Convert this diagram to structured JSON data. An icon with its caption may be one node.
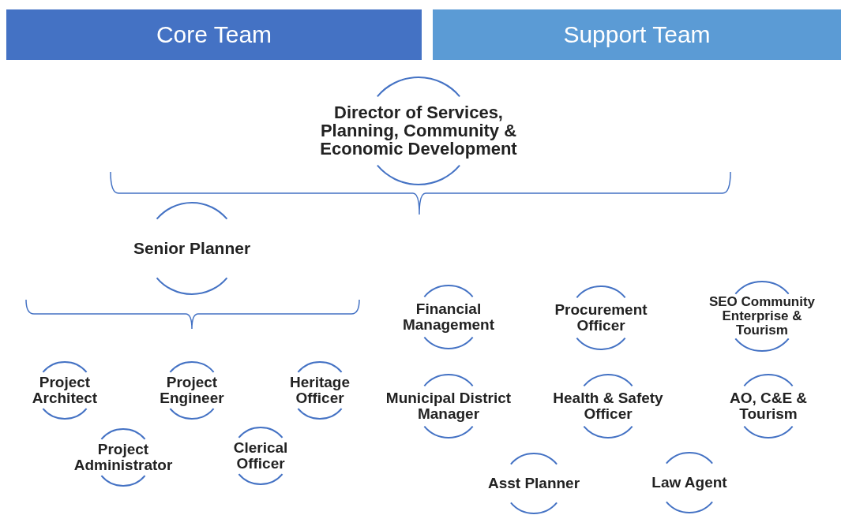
{
  "diagram": {
    "nodes": [
      {
        "text": [
          "Core Team"
        ]
      },
      {
        "text": [
          "Support Team"
        ]
      },
      {
        "text": [
          "Director of Services, Planning, Community & Economic Development"
        ]
      },
      {
        "text": [
          "Senior Planner"
        ]
      },
      {
        "text": [
          "Financial Management"
        ]
      },
      {
        "text": [
          "Procurement Officer"
        ]
      },
      {
        "text": [
          "SEO Community Enterprise & Tourism"
        ]
      },
      {
        "text": [
          "Project Architect"
        ]
      },
      {
        "text": [
          "Project Engineer"
        ]
      },
      {
        "text": [
          "Heritage Officer"
        ]
      },
      {
        "text": [
          "Municipal District Manager"
        ]
      },
      {
        "text": [
          "Health & Safety Officer"
        ]
      },
      {
        "text": [
          "AO, C&E & Tourism"
        ]
      },
      {
        "text": [
          "Project Administrator"
        ]
      },
      {
        "text": [
          "Clerical Officer"
        ]
      },
      {
        "text": [
          "Asst Planner"
        ]
      },
      {
        "text": [
          "Law Agent"
        ]
      }
    ],
    "edges": []
  }
}
